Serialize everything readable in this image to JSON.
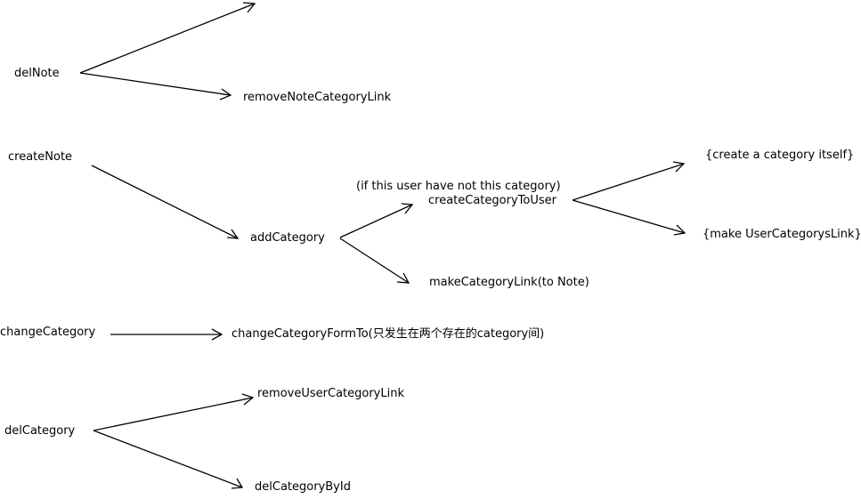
{
  "nodes": {
    "del_note": "delNote",
    "remove_note_category_link": "removeNoteCategoryLink",
    "create_note": "createNote",
    "add_category": "addCategory",
    "condition_note": "(if this user have not this category)",
    "create_category_to_user": "createCategoryToUser",
    "create_category_itself": "{create a category itself}",
    "make_user_categorys_link": "{make UserCategorysLink}",
    "make_category_link": "makeCategoryLink(to Note)",
    "change_category": "changeCategory",
    "change_category_form_to": "changeCategoryFormTo(只发生在两个存在的category间)",
    "remove_user_category_link": "removeUserCategoryLink",
    "del_category": "delCategory",
    "del_category_by_id": "delCategoryById"
  }
}
